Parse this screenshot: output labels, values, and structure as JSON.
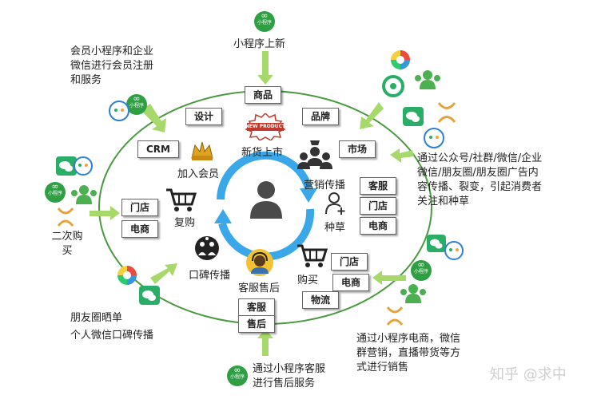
{
  "center": {
    "title": "新货上市",
    "product_badge": "NEW PRODUCT"
  },
  "ring_boxes": {
    "design": "设计",
    "goods": "商品",
    "brand": "品牌",
    "crm": "CRM",
    "market": "市场",
    "service1": "客服",
    "store1": "门店",
    "ecom1": "电商",
    "store_left": "门店",
    "ecom_left": "电商",
    "store2": "门店",
    "ecom2": "电商",
    "logistics": "物流",
    "service_bottom": "客服",
    "after_sales": "售后"
  },
  "stages": {
    "join": "加入会员",
    "marketing": "营销传播",
    "plant": "种草",
    "repurchase": "复购",
    "wom": "口碑传播",
    "buy": "购买",
    "service": "客服售后"
  },
  "notes": {
    "top": "小程序上新",
    "top_left": [
      "会员小程序和企业",
      "微信进行会员注册",
      "和服务"
    ],
    "right": [
      "通过公众号/社群/微信/企业",
      "微信/朋友圈/朋友圈广告内",
      "容传播、裂变，引起消费者",
      "关注和种草"
    ],
    "left": [
      "二次购",
      "买"
    ],
    "bottom_left": [
      "朋友圈晒单",
      "个人微信口碑传播"
    ],
    "bottom_right": [
      "通过小程序电商，微信",
      "群营销，直播带货等方",
      "式进行销售"
    ],
    "bottom": [
      "通过小程序客服",
      "进行售后服务"
    ]
  },
  "mini_program_label": "小程序",
  "watermark": "知乎 @求中",
  "colors": {
    "ring": "#4a9a3f",
    "cycle": "#3aa8e8",
    "arrow": "#a6d86a",
    "wechat": "#2aae67",
    "person": "#4a4a4a"
  }
}
